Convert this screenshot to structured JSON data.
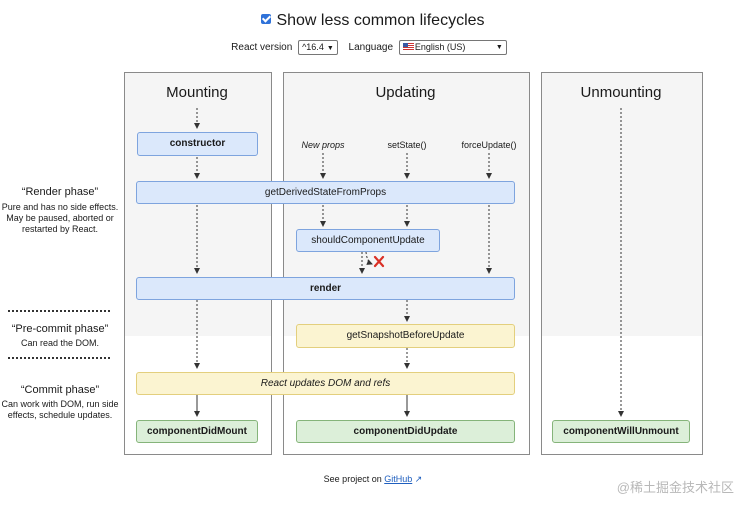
{
  "controls": {
    "show_less_common": "Show less common lifecycles",
    "react_version_label": "React version",
    "react_version_value": "^16.4",
    "language_label": "Language",
    "language_value": "English (US)"
  },
  "columns": {
    "mounting": "Mounting",
    "updating": "Updating",
    "unmounting": "Unmounting"
  },
  "phases": {
    "render": {
      "title": "“Render phase”",
      "desc": "Pure and has no side effects. May be paused, aborted or restarted by React."
    },
    "precommit": {
      "title": "“Pre-commit phase”",
      "desc": "Can read the DOM."
    },
    "commit": {
      "title": "“Commit phase”",
      "desc": "Can work with DOM, run side effects, schedule updates."
    }
  },
  "triggers": {
    "new_props": "New props",
    "set_state": "setState()",
    "force_update": "forceUpdate()"
  },
  "methods": {
    "constructor": "constructor",
    "gdsfp": "getDerivedStateFromProps",
    "scu": "shouldComponentUpdate",
    "render": "render",
    "gsbu": "getSnapshotBeforeUpdate",
    "react_updates": "React updates DOM and refs",
    "cdm": "componentDidMount",
    "cdu": "componentDidUpdate",
    "cwu": "componentWillUnmount"
  },
  "footer": {
    "prefix": "See project on",
    "link": "GitHub",
    "link_icon": "external-link-icon"
  },
  "watermark": "@稀土掘金技术社区",
  "colors": {
    "render_phase": "#dbe8fb",
    "precommit_phase": "#fbf4d1",
    "commit_phase": "#dcefd9",
    "checkbox": "#2f72d9",
    "cancel_mark": "#d93025"
  }
}
